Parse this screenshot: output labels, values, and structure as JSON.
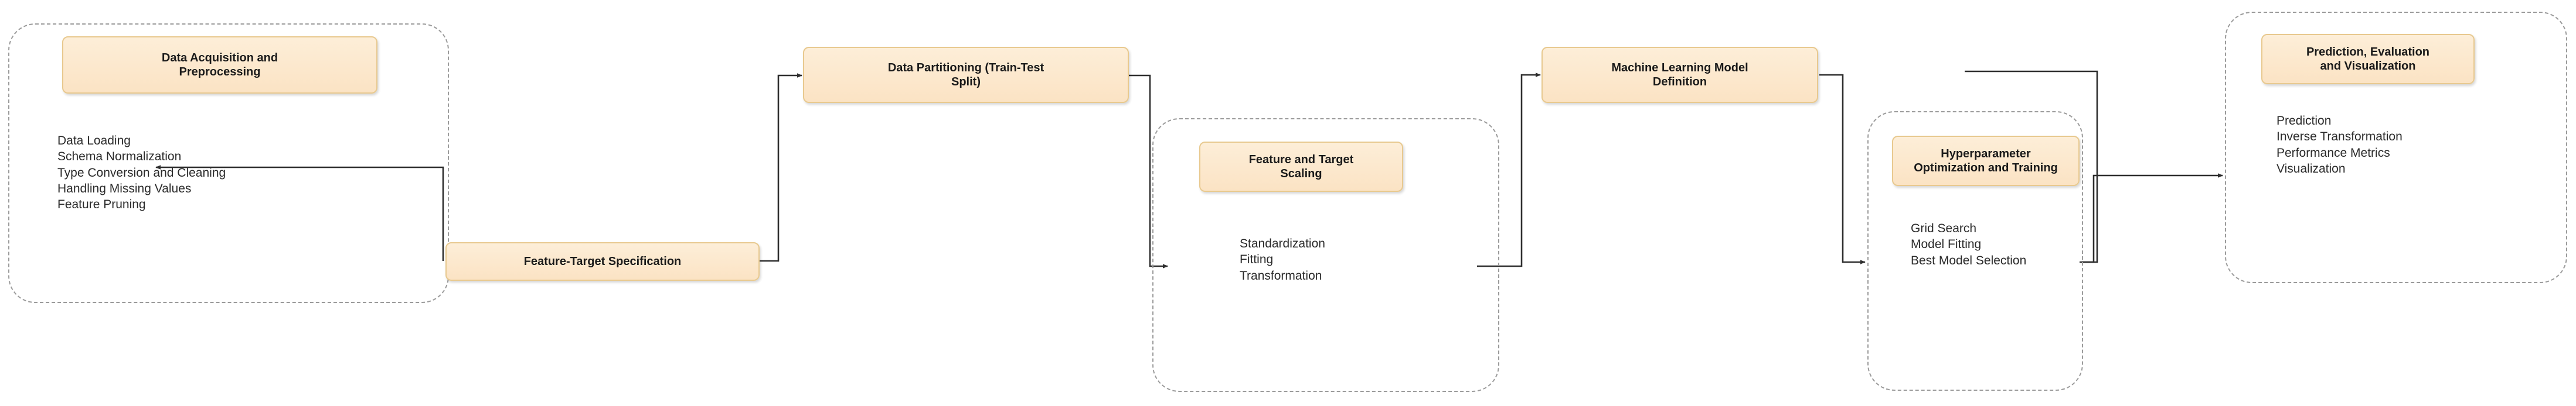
{
  "diagram": {
    "title": "Machine Learning Pipeline Flowchart",
    "colors": {
      "node_fill_top": "#fdeed8",
      "node_fill_bottom": "#fbe3c4",
      "node_border": "#e8c98f",
      "cluster_border": "#9b9b9b",
      "text": "#1a1a1a",
      "connector": "#3a3a3a",
      "background": "#ffffff"
    },
    "clusters": [
      {
        "id": "data-acquisition",
        "header": "Data Acquisition and\nPreprocessing",
        "items": [
          "Data Loading",
          "Schema Normalization",
          "Type Conversion and Cleaning",
          "Handling Missing Values",
          "Feature Pruning"
        ]
      },
      {
        "id": "feature-scaling",
        "header": "Feature and Target\nScaling",
        "items": [
          "Standardization",
          "Fitting",
          "Transformation"
        ]
      },
      {
        "id": "hyperparameter-optimization",
        "header": "Hyperparameter\nOptimization and Training",
        "items": [
          "Grid Search",
          "Model Fitting",
          "Best Model Selection"
        ]
      },
      {
        "id": "prediction-evaluation",
        "header": "Prediction, Evaluation\nand Visualization",
        "items": [
          "Prediction",
          "Inverse Transformation",
          "Performance Metrics",
          "Visualization"
        ]
      }
    ],
    "standalone_nodes": [
      {
        "id": "feature-target-specification",
        "label": "Feature-Target Specification"
      },
      {
        "id": "data-partitioning",
        "label": "Data Partitioning (Train-Test\nSplit)"
      },
      {
        "id": "ml-model-definition",
        "label": "Machine Learning Model\nDefinition"
      }
    ],
    "edges": [
      {
        "from": "feature-target-specification",
        "to": "data-acquisition"
      },
      {
        "from": "feature-target-specification",
        "to": "data-partitioning"
      },
      {
        "from": "data-partitioning",
        "to": "feature-scaling"
      },
      {
        "from": "feature-scaling",
        "to": "ml-model-definition"
      },
      {
        "from": "ml-model-definition",
        "to": "hyperparameter-optimization"
      },
      {
        "from": "hyperparameter-optimization",
        "to": "prediction-evaluation"
      }
    ]
  }
}
